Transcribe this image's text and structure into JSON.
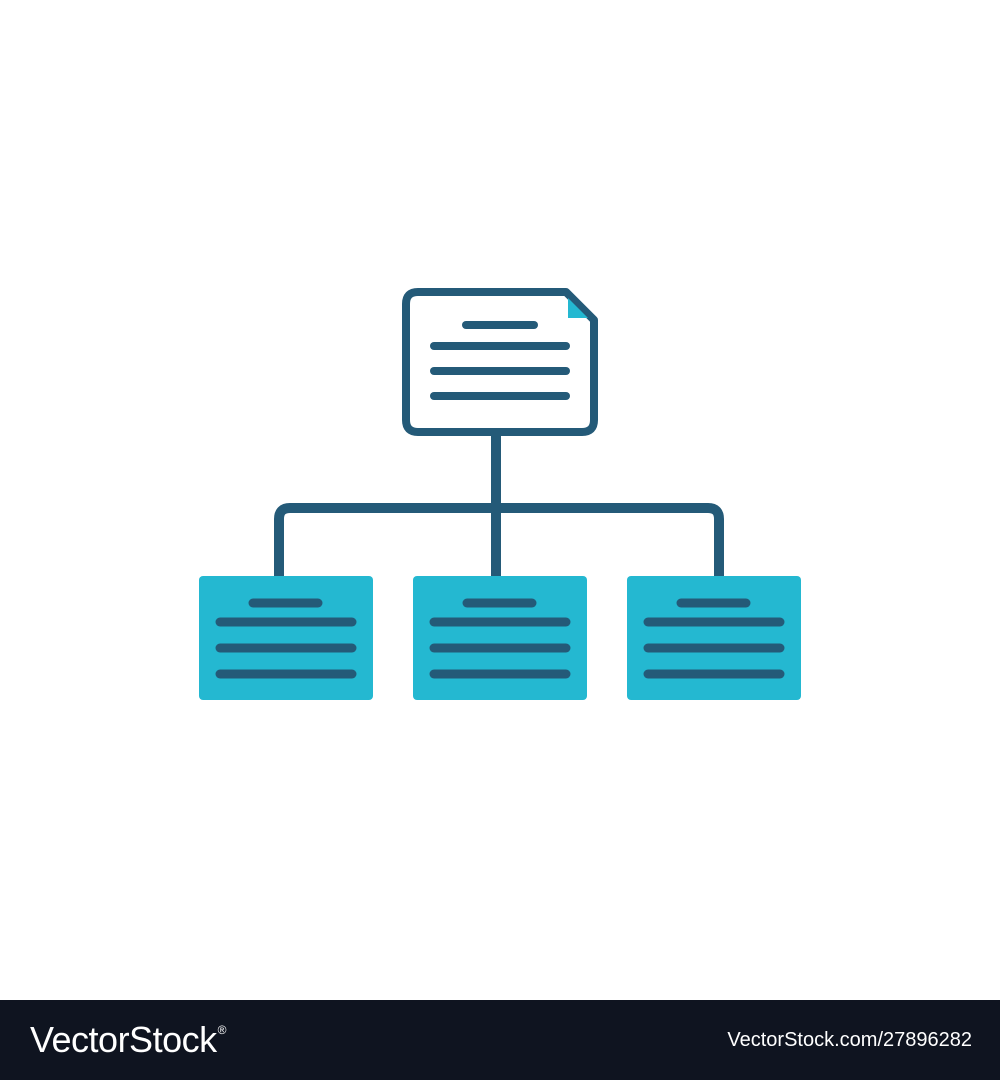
{
  "icon": {
    "name": "hierarchy-document-diagram-icon",
    "root": {
      "kind": "document-with-folded-corner"
    },
    "children": [
      {
        "kind": "text-card"
      },
      {
        "kind": "text-card"
      },
      {
        "kind": "text-card"
      }
    ]
  },
  "colors": {
    "stroke": "#245a78",
    "card_fill": "#24b8d1",
    "root_fill": "#ffffff",
    "fold_fill": "#24b8d1",
    "footer_bg": "#0f1420",
    "footer_text": "#ffffff"
  },
  "footer": {
    "brand": "VectorStock",
    "registered_mark": "®",
    "image_ref": "VectorStock.com/27896282"
  }
}
